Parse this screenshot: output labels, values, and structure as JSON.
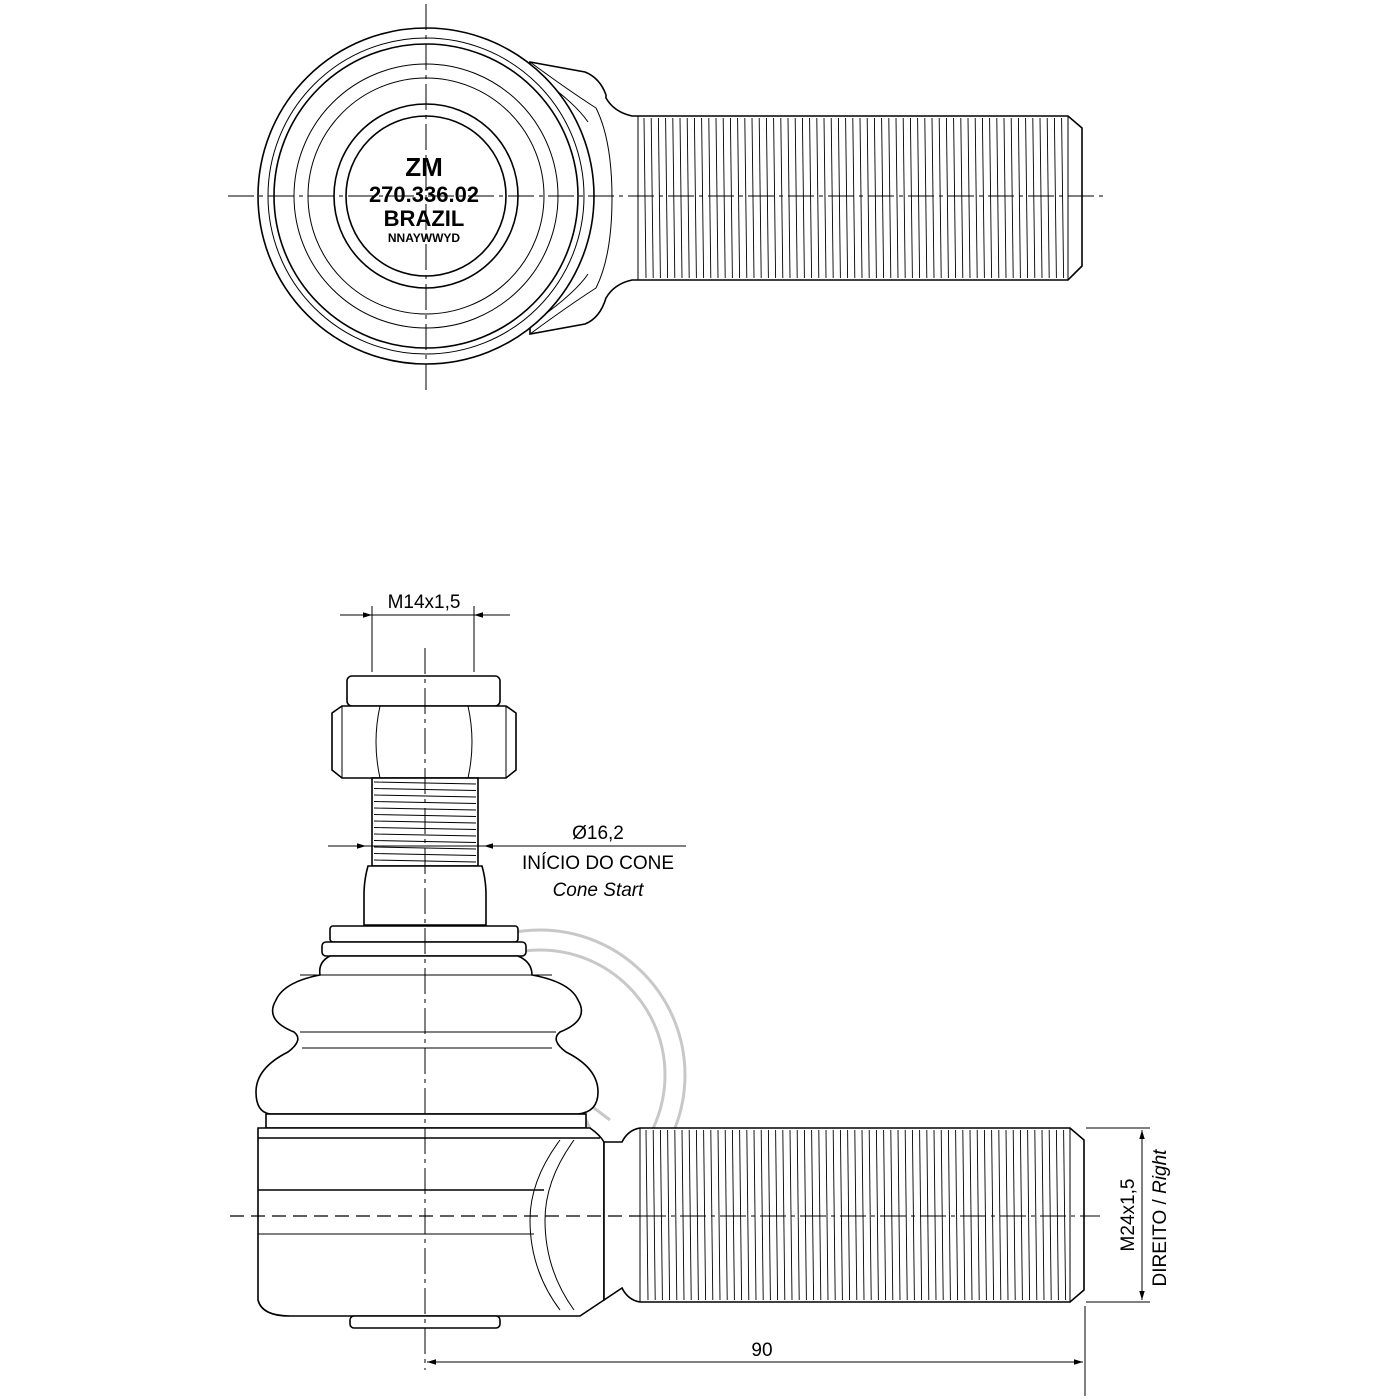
{
  "top_view": {
    "stamp": {
      "brand": "ZM",
      "part_number": "270.336.02",
      "country": "BRAZIL",
      "date_code": "NNAYWWYD"
    }
  },
  "side_view": {
    "dimensions": {
      "stud_thread": "M14x1,5",
      "cone_diameter": "Ø16,2",
      "cone_label_pt": "INÍCIO DO CONE",
      "cone_label_en": "Cone Start",
      "shank_thread": "M24x1,5",
      "thread_direction_pt": "DIREITO /",
      "thread_direction_en": "Right",
      "length": "90"
    }
  },
  "colors": {
    "line": "#000000",
    "watermark": "#c8c8c8",
    "background": "#ffffff"
  }
}
